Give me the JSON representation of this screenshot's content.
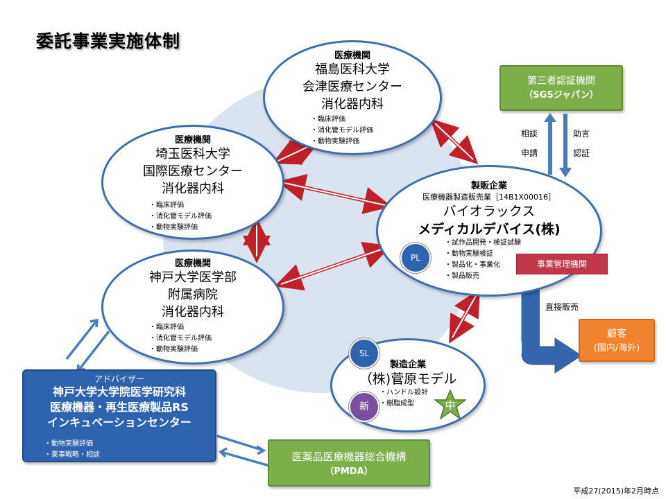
{
  "title": "委託事業実施体制",
  "footer": "平成27(2015)年2月時点",
  "fukushima": {
    "caption": "医療機関",
    "name": [
      "福島医科大学",
      "会津医療センター",
      "消化器内科"
    ],
    "items": [
      "臨床評価",
      "消化管モデル評価",
      "動物実験評価"
    ]
  },
  "saitama": {
    "caption": "医療機関",
    "name": [
      "埼玉医科大学",
      "国際医療センター",
      "消化器内科"
    ],
    "items": [
      "臨床評価",
      "消化管モデル評価",
      "動物実験評価"
    ]
  },
  "kobe": {
    "caption": "医療機関",
    "name": [
      "神戸大学医学部",
      "附属病院",
      "消化器内科"
    ],
    "items": [
      "臨床評価",
      "消化管モデル評価",
      "動物実験評価"
    ]
  },
  "seihan": {
    "caption": "製販企業",
    "license": "医療機器製造販売業［14B1X00016］",
    "name": [
      "バイオラックス",
      "メディカルデバイス(株)"
    ],
    "items": [
      "試作品開発・検証試験",
      "動物実験検証",
      "製品化・事業化",
      "製品販売"
    ],
    "pl": "PL",
    "mgmt": "事業管理機関"
  },
  "seizo": {
    "caption": "製造企業",
    "name": "（株)菅原モデル",
    "items": [
      "ハンドル設計",
      "樹脂成型"
    ],
    "sl": "SL",
    "new": "新",
    "middle": "中"
  },
  "sgs": {
    "line1": "第三者認証機関",
    "line2": "（SGSジャパン）"
  },
  "customer": {
    "line1": "顧客",
    "line2": "(国内/海外)"
  },
  "pmda": {
    "line1": "医薬品医療機器総合機構",
    "line2": "（PMDA）"
  },
  "advisor": {
    "caption": "アドバイザー",
    "name": [
      "神戸大学大学院医学研究科",
      "医療機器・再生医療製品RS",
      "インキュベーションセンター"
    ],
    "items": [
      "動物実験評価",
      "薬事戦略・相談"
    ]
  },
  "labels": {
    "consult": "相談",
    "apply": "申請",
    "advice": "助言",
    "certify": "認証",
    "direct_sales": "直接販売"
  },
  "colors": {
    "ellipse_border": "#3f6ea8",
    "background_circle": "#dae3f0",
    "green_box": "#7cae4a",
    "orange_box": "#f1832e",
    "blue_box": "#2e64ad",
    "red_box": "#c0394a",
    "red_arrow": "#c0202a",
    "blue_arrow": "#4a7ebb",
    "pl_circle": "#2e64ad",
    "sl_circle": "#2e64ad",
    "new_circle": "#7a4fa0",
    "star": "#7cae4a"
  }
}
